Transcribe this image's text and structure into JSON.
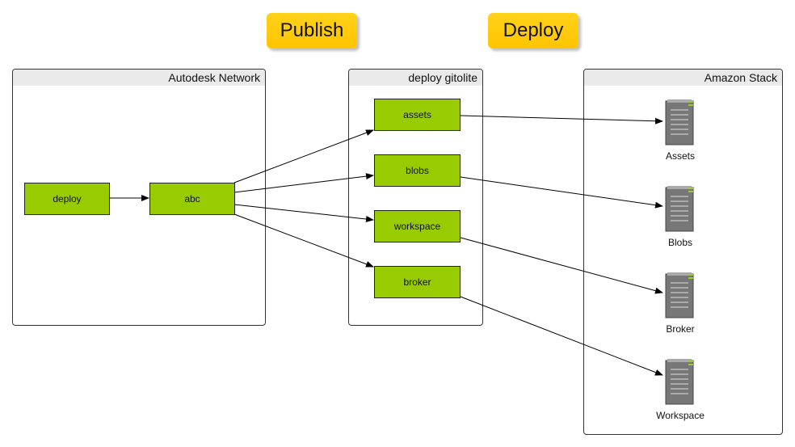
{
  "phases": {
    "publish": "Publish",
    "deploy": "Deploy"
  },
  "containers": {
    "autodesk": "Autodesk Network",
    "gitolite": "deploy gitolite",
    "amazon": "Amazon Stack"
  },
  "nodes": {
    "deploy": "deploy",
    "abc": "abc",
    "assets": "assets",
    "blobs": "blobs",
    "workspace": "workspace",
    "broker": "broker"
  },
  "servers": {
    "assets": "Assets",
    "blobs": "Blobs",
    "broker": "Broker",
    "workspace": "Workspace"
  },
  "colors": {
    "node": "#99cc00",
    "phase": "#ffcc00",
    "header": "#eaeaea"
  }
}
